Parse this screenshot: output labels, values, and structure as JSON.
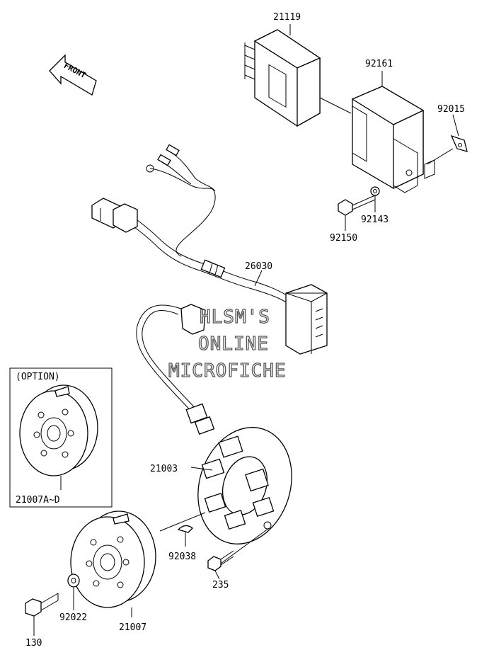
{
  "front_arrow": {
    "label": "FRONT",
    "icon": "front-arrow-icon"
  },
  "option_box": {
    "title": "(OPTION)",
    "part_label": "21007A~D"
  },
  "watermark": {
    "line1": "HLSM'S",
    "line2": "ONLINE",
    "line3": "MICROFICHE"
  },
  "labels": {
    "p21119": "21119",
    "p92161": "92161",
    "p92015": "92015",
    "p92143": "92143",
    "p92150": "92150",
    "p26030": "26030",
    "p21003": "21003",
    "p92038": "92038",
    "p235": "235",
    "p92022": "92022",
    "p21007": "21007",
    "p130": "130"
  }
}
